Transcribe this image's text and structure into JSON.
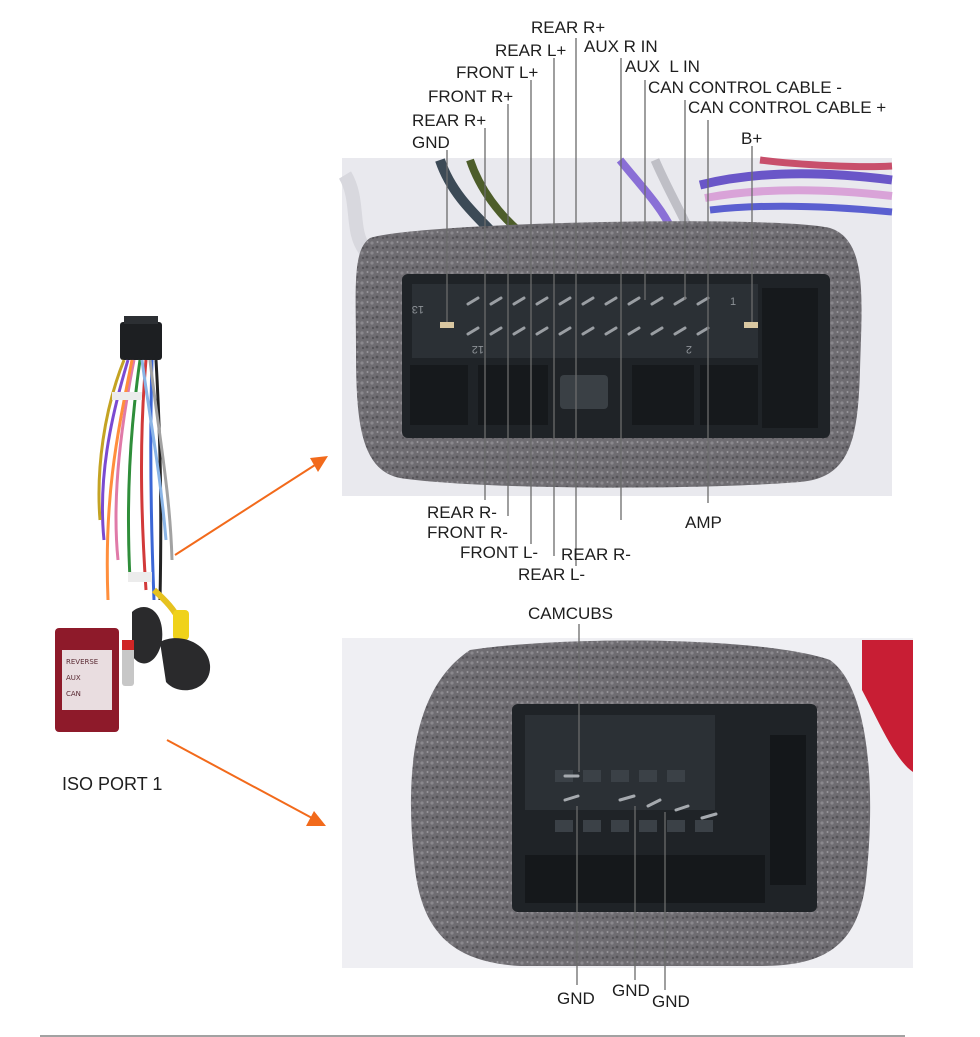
{
  "side_label": "ISO PORT 1",
  "top_connector": {
    "pin_numbers": [
      "13",
      "1",
      "12",
      "2"
    ],
    "labels_above": [
      "REAR R+",
      "REAR L+",
      "AUX R IN",
      "FRONT L+",
      "AUX  L IN",
      "CAN CONTROL CABLE -",
      "FRONT R+",
      "CAN CONTROL CABLE +",
      "REAR R+",
      "GND",
      "B+"
    ],
    "labels_below": [
      "REAR R-",
      "FRONT R-",
      "FRONT L-",
      "REAR R-",
      "REAR L-",
      "AMP"
    ]
  },
  "bottom_connector": {
    "label_above": "CAMCUBS",
    "labels_below": [
      "GND",
      "GND",
      "GND"
    ]
  },
  "module_sticker": [
    "REVERSE",
    "AUX",
    "CAN"
  ],
  "colors": {
    "arrow": "#f26a1b",
    "leader": "#6b6b6b",
    "foam": "#6e6c70",
    "connector": "#1e2226"
  }
}
